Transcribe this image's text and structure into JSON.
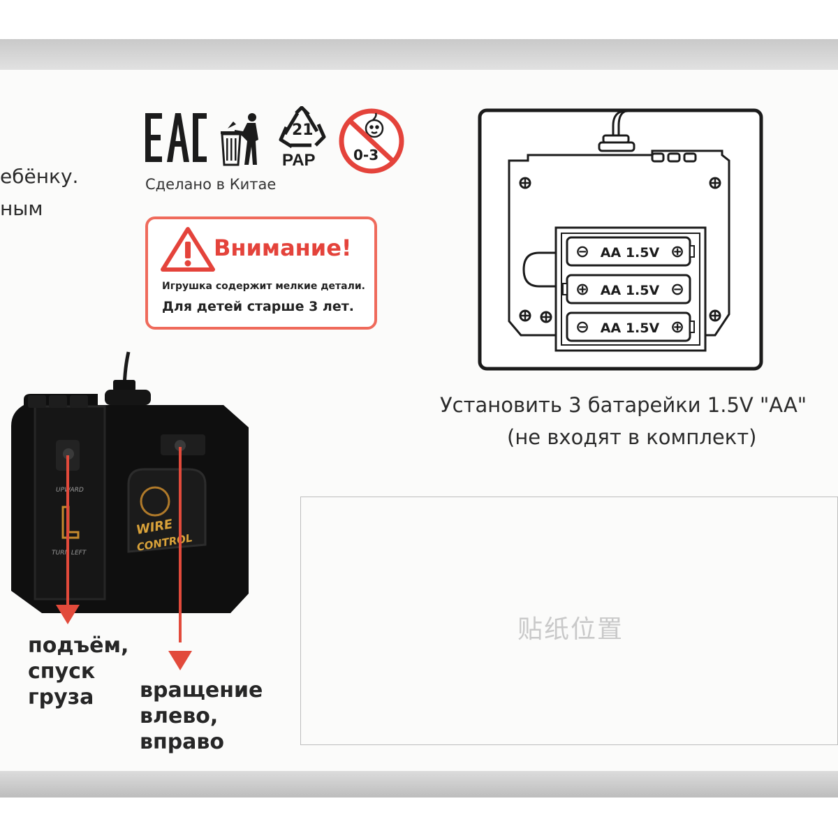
{
  "left_cut_text": {
    "line1": "ебёнку.",
    "line2": "ным"
  },
  "marks": {
    "eac_icon": "eac-mark-icon",
    "bin_icon": "no-trash-bin-icon",
    "recycle_icon": "recycle-icon",
    "recycle_number": "21",
    "recycle_code": "PAP",
    "age_icon": "age-restriction-icon",
    "age_range": "0-3",
    "made_in": "Сделано в Китае"
  },
  "warning": {
    "title": "Внимание!",
    "line1": "Игрушка содержит мелкие детали.",
    "line2": "Для детей старше 3 лет.",
    "color": "#e4433b"
  },
  "battery": {
    "cells": [
      {
        "label": "AA 1.5V",
        "left_sign": "⊖",
        "right_sign": "⊕"
      },
      {
        "label": "AA 1.5V",
        "left_sign": "⊕",
        "right_sign": "⊖"
      },
      {
        "label": "AA 1.5V",
        "left_sign": "⊖",
        "right_sign": "⊕"
      }
    ],
    "caption1": "Установить  3 батарейки 1.5V \"AA\"",
    "caption2": "(не входят в комплект)"
  },
  "sticker": {
    "label": "贴纸位置"
  },
  "controller": {
    "upward": "UPWARD",
    "turn_left": "TURN LEFT",
    "brand_line1": "WIRE",
    "brand_line2": "CONTROL",
    "arrow_color": "#e24a3b",
    "label_left": [
      "подъём,",
      "спуск",
      "груза"
    ],
    "label_right": [
      "вращение",
      "влево,",
      "вправо"
    ]
  }
}
